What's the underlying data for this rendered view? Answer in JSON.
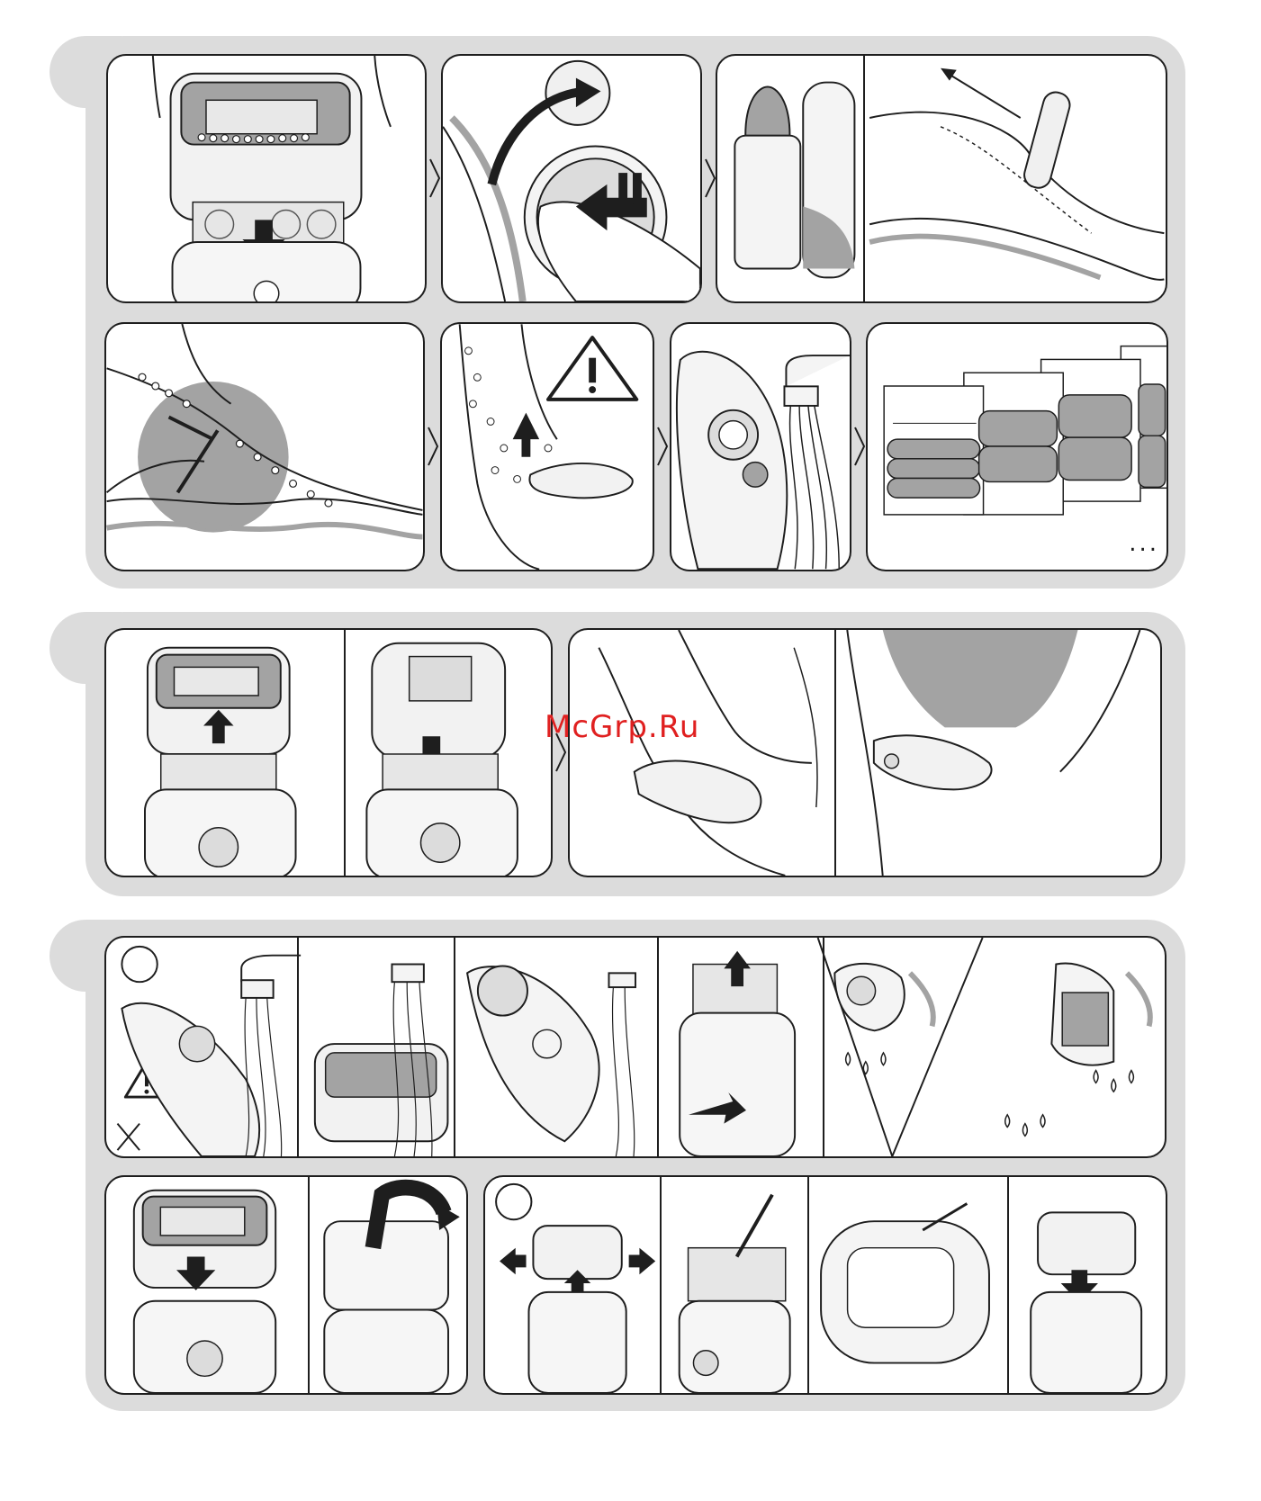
{
  "document": {
    "type": "epilator instruction illustrations",
    "watermark": "McGrp.Ru",
    "ellipsis": "..."
  },
  "colors": {
    "section_bg": "#dcdcdc",
    "panel_border": "#1e1e1e",
    "accent_grey": "#a3a3a3",
    "watermark_red": "#e02020"
  },
  "sections": [
    {
      "id": "section-1",
      "steps": [
        "attach-cap",
        "switch-on",
        "foam-and-gel",
        "shave-leg",
        "caution-wet",
        "rinse",
        "progress-charts"
      ]
    },
    {
      "id": "section-2",
      "steps": [
        "remove-cap",
        "attach-head",
        "underarm",
        "bikini"
      ]
    },
    {
      "id": "section-3",
      "steps": [
        "rinse-warning",
        "rinse-cap",
        "rinse-head",
        "detach-head",
        "shake-dry",
        "attach-cap-again",
        "cap-flip",
        "eject-head",
        "brush-clean",
        "clean-cap",
        "reattach-head"
      ]
    }
  ]
}
